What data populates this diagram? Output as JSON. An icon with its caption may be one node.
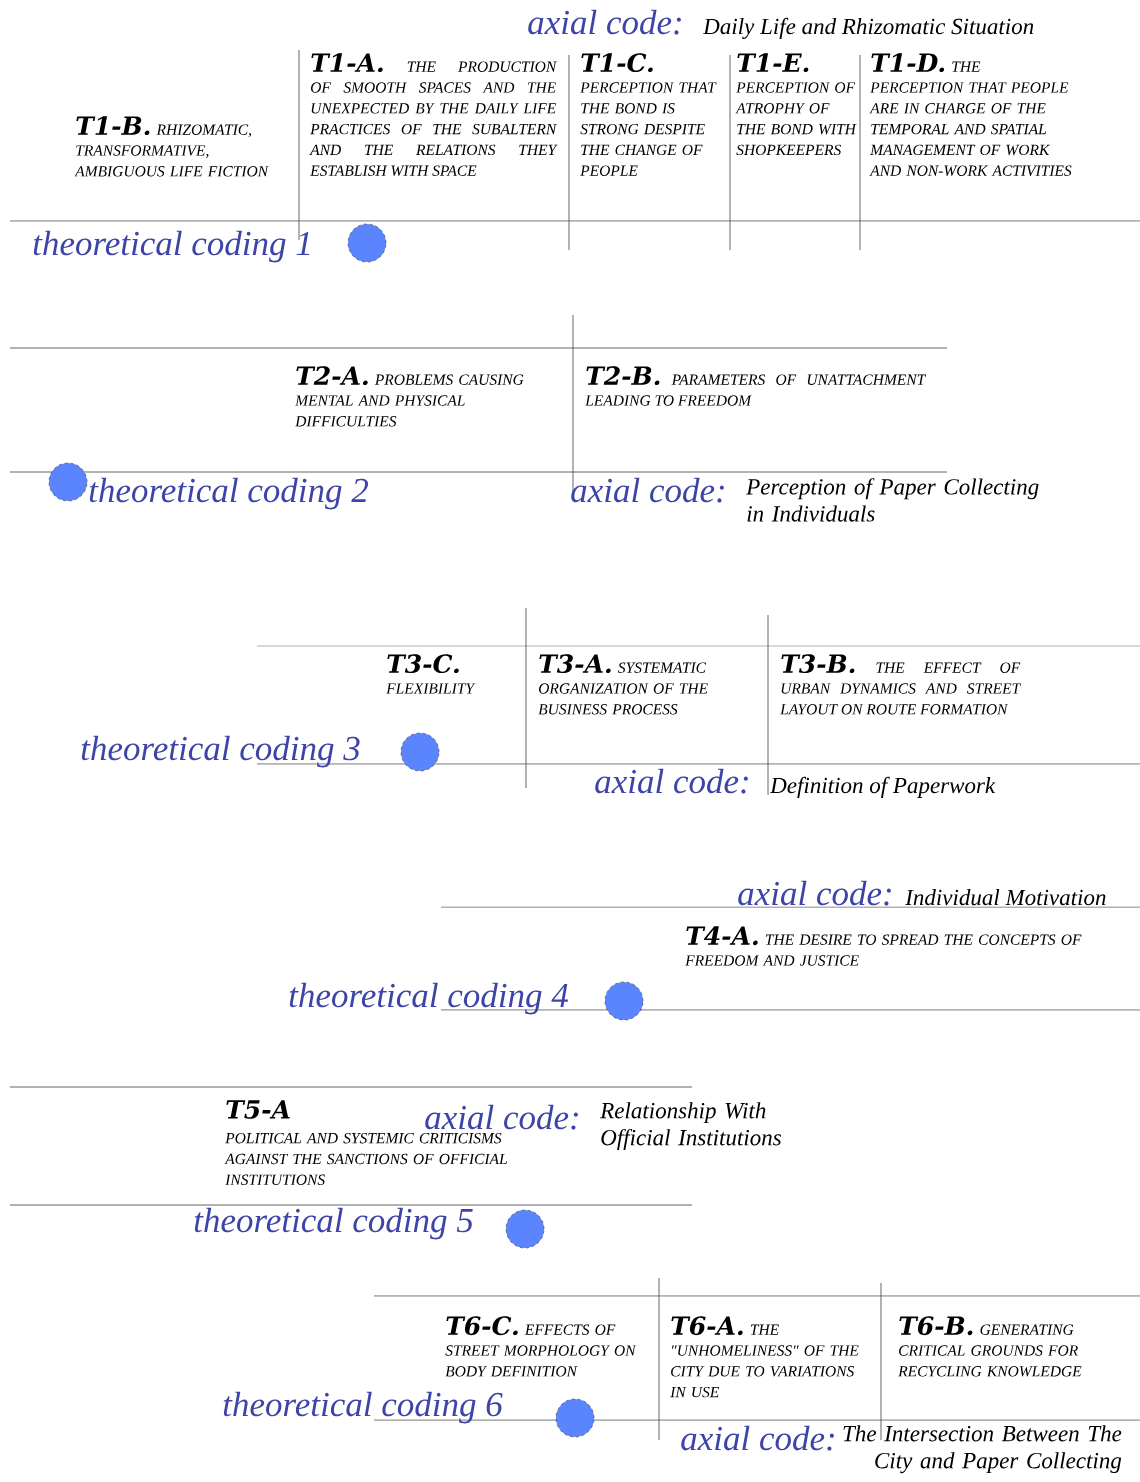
{
  "diagram": {
    "nodes": [
      {
        "text": [
          "T1-B.",
          "RHIZOMATIC, TRANSFORMATIVE, AMBIGUOUS LIFE FICTION"
        ]
      },
      {
        "text": [
          "T1-A.",
          "THE PRODUCTION OF SMOOTH SPACES AND THE UNEXPECTED BY THE DAILY LIFE PRACTICES OF THE SUBALTERN AND THE RELATIONS THEY ESTABLISH WITH SPACE"
        ]
      },
      {
        "text": [
          "T1-C.",
          "PERCEPTION THAT THE BOND IS STRONG DESPITE THE CHANGE OF PEOPLE"
        ]
      },
      {
        "text": [
          "T1-E.",
          "PERCEPTION OF ATROPHY OF THE BOND WITH SHOPKEEPERS"
        ]
      },
      {
        "text": [
          "T1-D.",
          "THE PERCEPTION THAT PEOPLE ARE IN CHARGE OF THE TEMPORAL AND SPATIAL MANAGEMENT OF WORK AND NON-WORK ACTIVITIES"
        ]
      },
      {
        "text": [
          "T2-A.",
          "PROBLEMS CAUSING MENTAL AND PHYSICAL DIFFICULTIES"
        ]
      },
      {
        "text": [
          "T2-B.",
          "PARAMETERS OF UNATTACHMENT LEADING TO FREEDOM"
        ]
      },
      {
        "text": [
          "T3-C.",
          "FLEXIBILITY"
        ]
      },
      {
        "text": [
          "T3-A.",
          "SYSTEMATIC ORGANIZATION OF THE BUSINESS PROCESS"
        ]
      },
      {
        "text": [
          "T3-B.",
          "THE EFFECT OF URBAN DYNAMICS AND STREET LAYOUT ON ROUTE FORMATION"
        ]
      },
      {
        "text": [
          "T4-A.",
          "THE DESIRE TO SPREAD THE CONCEPTS OF FREEDOM AND JUSTICE"
        ]
      },
      {
        "text": [
          "T5-A",
          "POLITICAL AND SYSTEMIC CRITICISMS AGAINST THE SANCTIONS OF OFFICIAL INSTITUTIONS"
        ]
      },
      {
        "text": [
          "T6-C.",
          "EFFECTS OF STREET MORPHOLOGY ON BODY DEFINITION"
        ]
      },
      {
        "text": [
          "T6-A.",
          "THE \"UNHOMELINESS\" OF THE CITY DUE TO VARIATIONS IN USE"
        ]
      },
      {
        "text": [
          "T6-B.",
          "GENERATING CRITICAL GROUNDS FOR RECYCLING KNOWLEDGE"
        ]
      }
    ],
    "labels": [
      "axial code:",
      "Daily Life and Rhizomatic Situation",
      "theoretical coding 1",
      "theoretical coding 2",
      "axial code:",
      "Perception of Paper Collecting in Individuals",
      "theoretical coding 3",
      "axial code:",
      "Definition of Paperwork",
      "axial code:",
      "Individual Motivation",
      "theoretical coding 4",
      "axial code:",
      "Relationship With Official Institutions",
      "theoretical coding 5",
      "theoretical coding 6",
      "axial code:",
      "The Intersection Between The City and Paper Collecting"
    ]
  }
}
